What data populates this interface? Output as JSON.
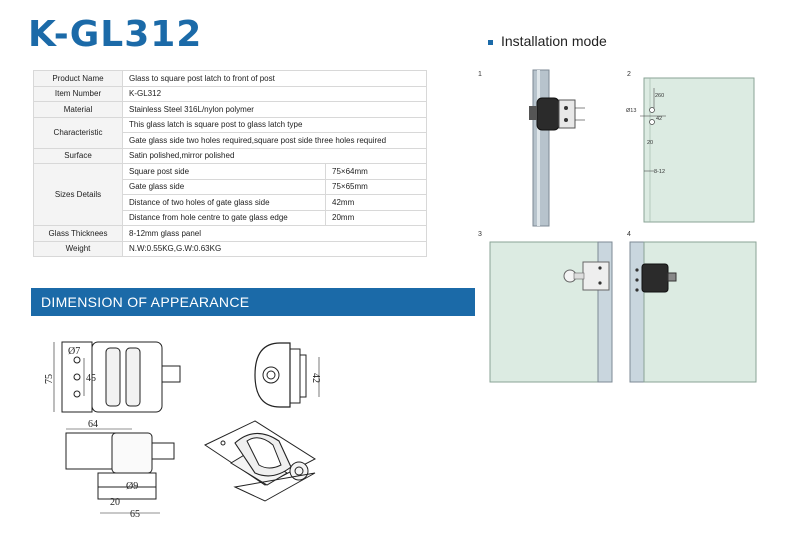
{
  "header": {
    "title": "K-GL312"
  },
  "specs": [
    {
      "key": "Product Name",
      "value": "Glass to square post   latch to front of post"
    },
    {
      "key": "Item Number",
      "value": "K-GL312"
    },
    {
      "key": "Material",
      "value": "Stainless Steel 316L/nylon polymer"
    },
    {
      "key": "Characteristic",
      "values": [
        "This glass latch is square post to glass latch type",
        "Gate glass side two holes required,square post side three holes required"
      ]
    },
    {
      "key": "Surface",
      "value": "Satin polished,mirror polished"
    },
    {
      "key": "Sizes Details",
      "rows": [
        {
          "label": "Square post side",
          "value": "75×64mm"
        },
        {
          "label": "Gate glass side",
          "value": "75×65mm"
        },
        {
          "label": "Distance of two holes of gate glass side",
          "value": "42mm"
        },
        {
          "label": "Distance from hole centre to gate glass edge",
          "value": "20mm"
        }
      ]
    },
    {
      "key": "Glass Thicknees",
      "value": "8-12mm glass panel"
    },
    {
      "key": "Weight",
      "value": "N.W:0.55KG,G.W:0.63KG"
    }
  ],
  "installation": {
    "title": "Installation mode",
    "panel_numbers": [
      "1",
      "2",
      "3",
      "4"
    ],
    "panel2_dims": {
      "d1": "260",
      "d2": "42",
      "d3": "20",
      "hole": "Ø13",
      "glass": "8-12"
    }
  },
  "dimension": {
    "title": "DIMENSION OF APPEARANCE",
    "labels": {
      "d75": "75",
      "d45": "45",
      "phi7": "Ø7",
      "d42": "42",
      "d64": "64",
      "phi9": "Ø9",
      "d20": "20",
      "d65": "65"
    }
  },
  "colors": {
    "brand": "#1b6aa8",
    "glass": "#dcebe2",
    "post": "#9aa8b2"
  }
}
